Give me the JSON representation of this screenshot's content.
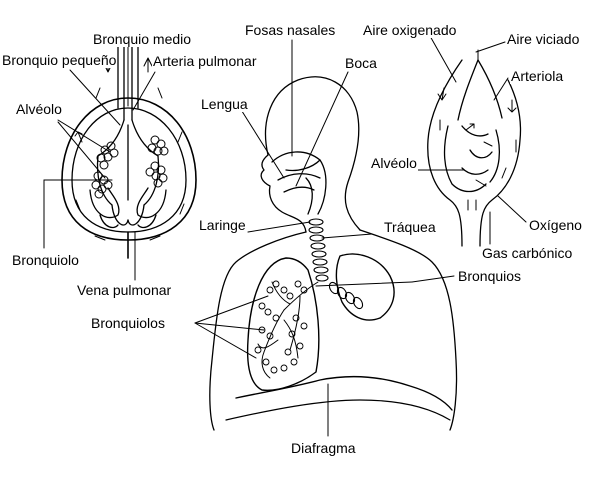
{
  "labels": {
    "bronquio_medio": "Bronquio medio",
    "bronquio_pequeno": "Bronquio pequeño",
    "arteria_pulmonar": "Arteria pulmonar",
    "alveolo_left": "Alvéolo",
    "bronquiolo": "Bronquiolo",
    "vena_pulmonar": "Vena pulmonar",
    "fosas_nasales": "Fosas nasales",
    "boca": "Boca",
    "lengua": "Lengua",
    "laringe": "Laringe",
    "traquea": "Tráquea",
    "bronquios": "Bronquios",
    "bronquiolos": "Bronquiolos",
    "diafragma": "Diafragma",
    "aire_oxigenado": "Aire oxigenado",
    "aire_viciado": "Aire viciado",
    "arteriola": "Arteriola",
    "alveolo_right": "Alvéolo",
    "oxigeno": "Oxígeno",
    "gas_carbonico": "Gas carbónico"
  }
}
